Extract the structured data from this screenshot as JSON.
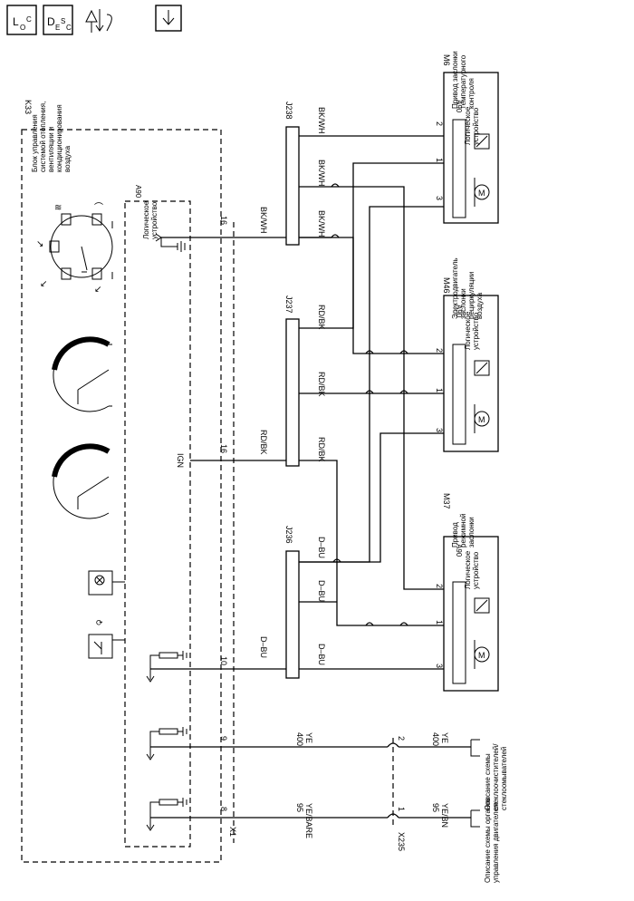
{
  "toolbar": {
    "loc_main": "L",
    "loc_sub": "O",
    "loc_sup": "C",
    "desc_main": "D",
    "desc_sub": "E",
    "desc_sup": "S",
    "desc_sub2": "C"
  },
  "diagram": {
    "module": {
      "id": "K33",
      "name": "Блок управления системой отопления, вентиляции и кондиционирования воздуха",
      "logic_id": "A90",
      "logic_name": "Логическое устройство"
    },
    "harness": {
      "id": "X1",
      "x235": "X235"
    },
    "splices": {
      "j236": "J236",
      "j237": "J237",
      "j238": "J238"
    },
    "pins": {
      "p16a": "16",
      "p16b": "16",
      "p10": "10",
      "p9": "9",
      "p8": "8",
      "x235_2": "2",
      "x235_1": "1"
    },
    "signal": {
      "ign": "IGN"
    },
    "wires": {
      "bkwh": "BK/WH",
      "rdbk": "RD/BK",
      "dbu": "D–BU",
      "w400": "400",
      "ye": "YE",
      "w95": "95",
      "yebare": "YE/BARE",
      "yebn": "YE/BN"
    },
    "actuators": {
      "m6": {
        "id": "M6",
        "name": "Привод заслонки температурного контроля"
      },
      "m46": {
        "id": "M46",
        "name": "Электродвигатель заслонки рециркуляции воздуха"
      },
      "m37": {
        "id": "M37",
        "name": "Привод режимной заслонки"
      },
      "logic_id": "A90",
      "logic_name": "Логическое устройство",
      "pin2": "2",
      "pin1": "1",
      "pin3": "3",
      "motor": "M"
    },
    "refs": {
      "washer": "Описание схемы стеклоочистителей/стеклоомывателей",
      "engine": "Описание схемы органов управления двигателем"
    }
  }
}
